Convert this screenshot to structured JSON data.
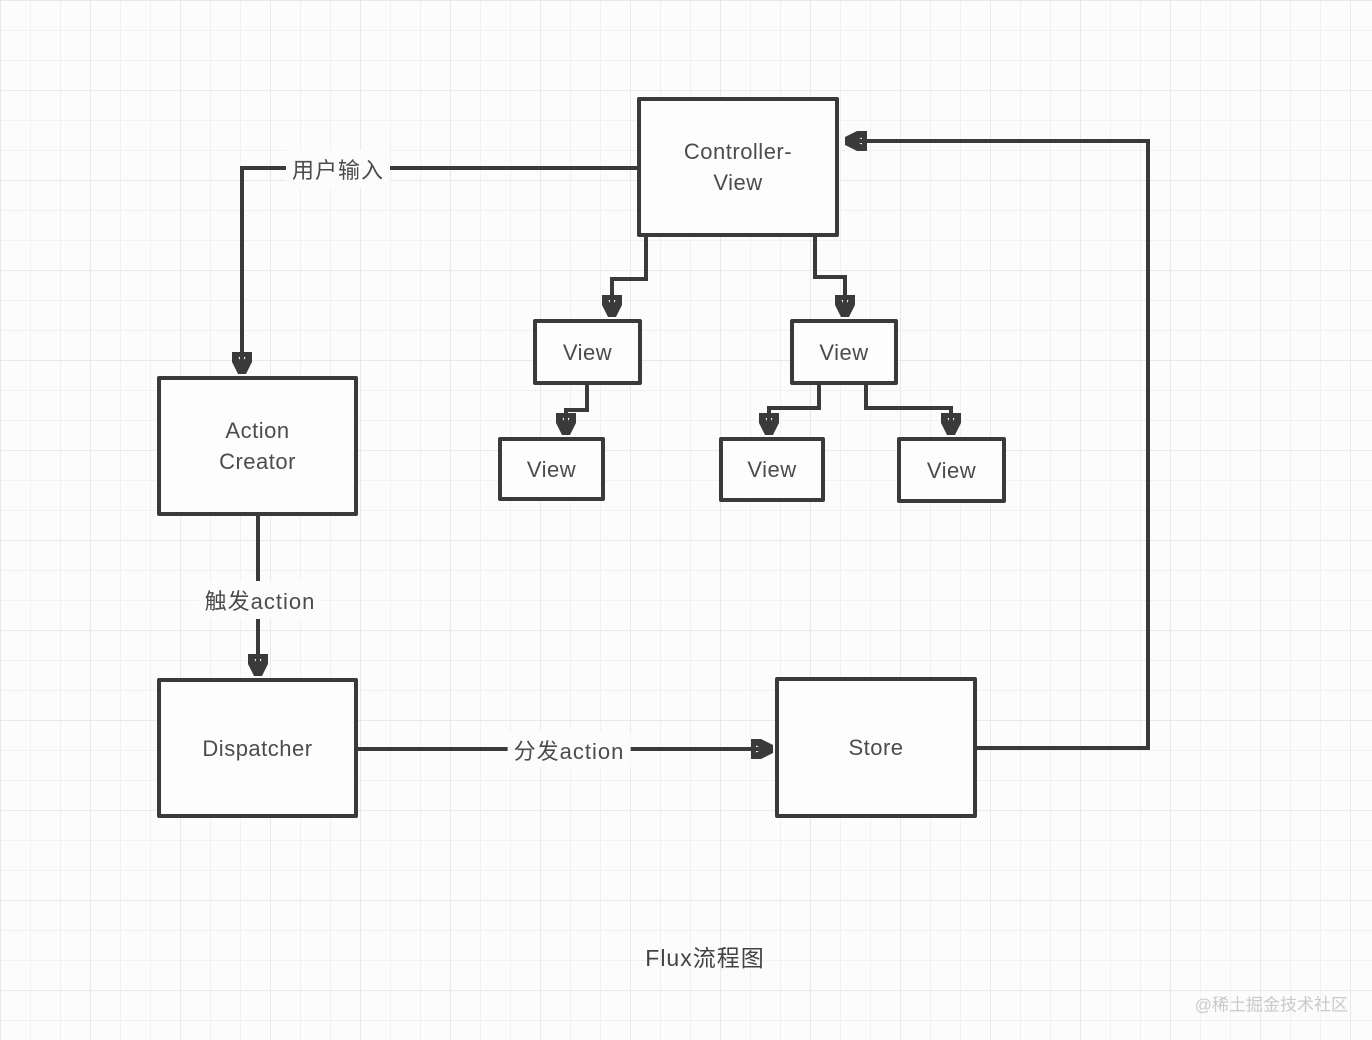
{
  "diagram": {
    "title": "Flux流程图",
    "watermark": "@稀土掘金技术社区",
    "nodes": {
      "controller_view": {
        "line1": "Controller-",
        "line2": "View"
      },
      "view_mid_left": {
        "label": "View"
      },
      "view_mid_right": {
        "label": "View"
      },
      "view_bottom_left": {
        "label": "View"
      },
      "view_bottom_mid": {
        "label": "View"
      },
      "view_bottom_right": {
        "label": "View"
      },
      "action_creator": {
        "line1": "Action",
        "line2": "Creator"
      },
      "dispatcher": {
        "label": "Dispatcher"
      },
      "store": {
        "label": "Store"
      }
    },
    "edge_labels": {
      "user_input": "用户输入",
      "trigger_action": "触发action",
      "dispatch_action": "分发action"
    },
    "colors": {
      "line": "#3a3a3a",
      "text": "#4c4c4c",
      "node_background": "#fdfdfd",
      "canvas_background": "#fcfcfc",
      "watermark": "#c9c9c9"
    }
  }
}
